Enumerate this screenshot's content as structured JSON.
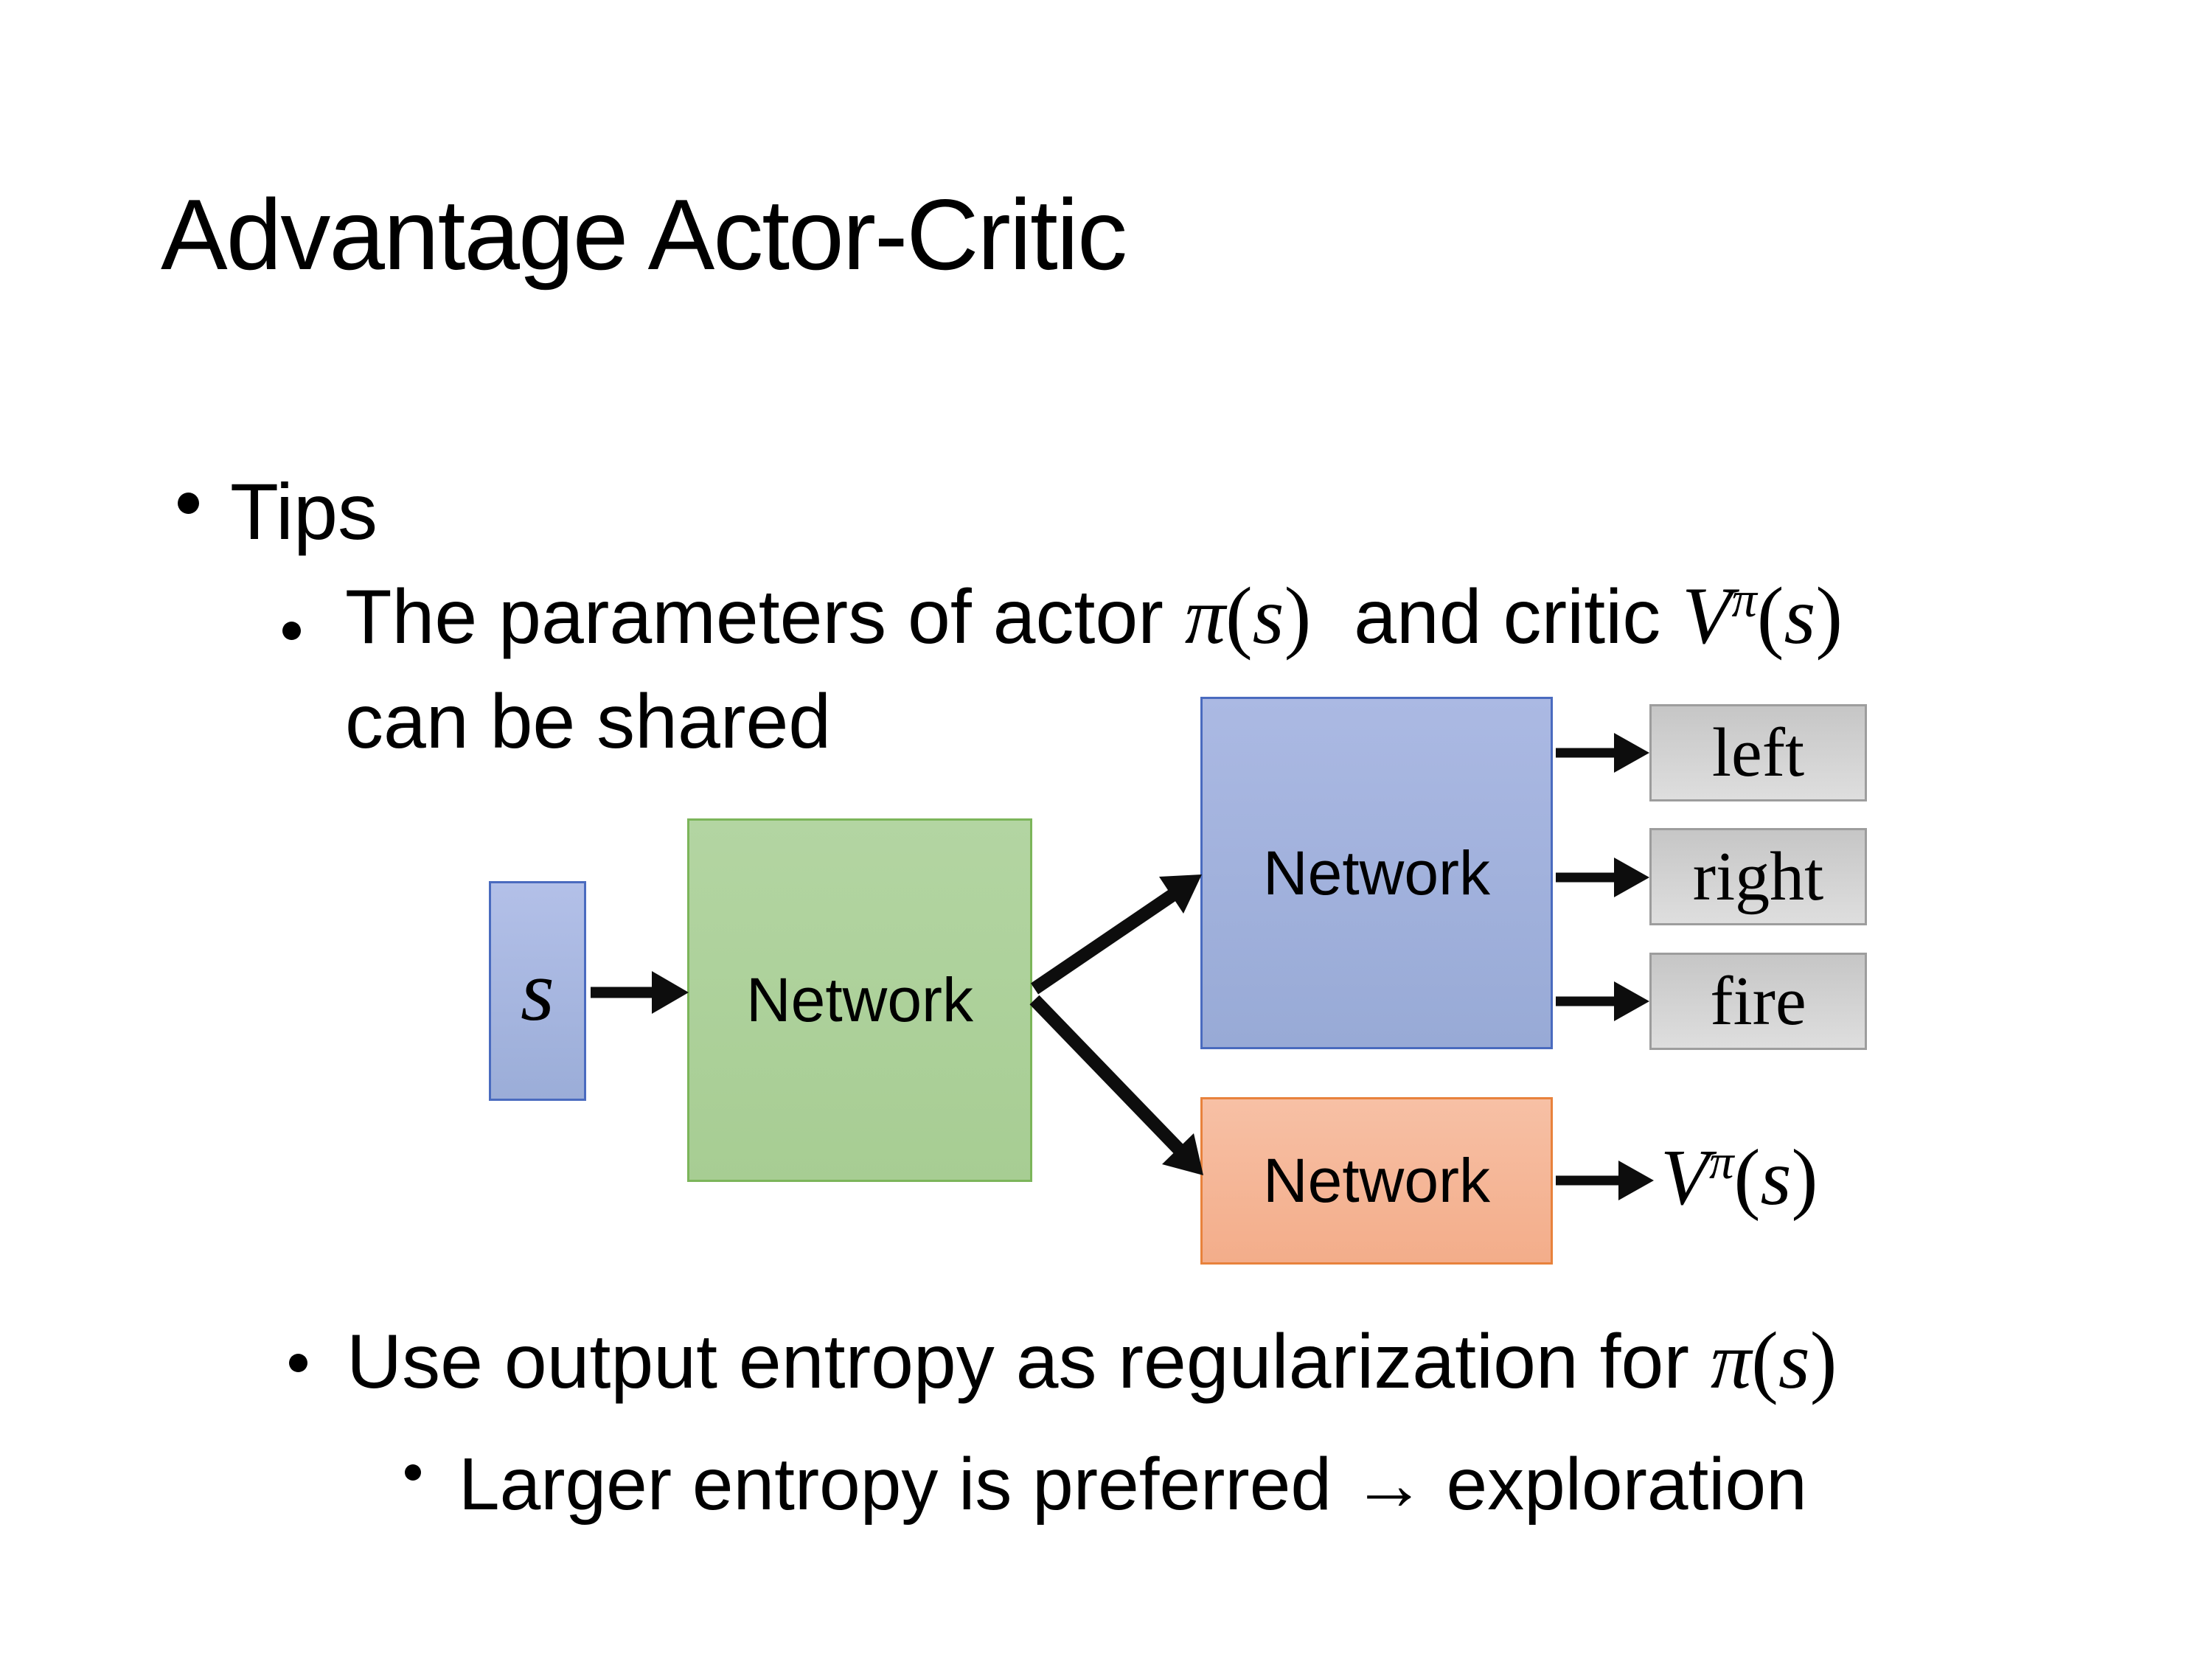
{
  "slide": {
    "title": "Advantage Actor-Critic",
    "bullets": {
      "tips": "Tips",
      "sub1": {
        "prefix": "The parameters of actor ",
        "math_pi": {
          "sym": "π",
          "open": "(",
          "arg": "s",
          "close": ")"
        },
        "middle": "  and critic ",
        "math_v": {
          "base": "V",
          "sup": "π",
          "open": "(",
          "arg": "s",
          "close": ")"
        },
        "line2": "can be shared"
      },
      "sub2": {
        "prefix": "Use output entropy as regularization for ",
        "math_pi": {
          "sym": "π",
          "open": "(",
          "arg": "s",
          "close": ")"
        }
      },
      "sub3": "Larger entropy is preferred → exploration"
    }
  },
  "diagram": {
    "input_label": "s",
    "shared_network_label": "Network",
    "actor_network_label": "Network",
    "critic_network_label": "Network",
    "actions": [
      {
        "label": "left"
      },
      {
        "label": "right"
      },
      {
        "label": "fire"
      }
    ],
    "critic_output": {
      "base": "V",
      "sup": "π",
      "open": "(",
      "arg": "s",
      "close": ")"
    },
    "colors": {
      "input_fill": "#a9b7e0",
      "input_border": "#4a6bbf",
      "shared_fill": "#adD19a",
      "shared_border": "#7cb55a",
      "actor_fill": "#a2b1dc",
      "actor_border": "#4a6bbf",
      "critic_fill": "#f5b698",
      "critic_border": "#e8823c",
      "action_fill": "#d2d2d2",
      "action_border": "#9d9d9d",
      "arrow": "#0d0d0d",
      "text": "#000000",
      "background": "#ffffff"
    }
  }
}
